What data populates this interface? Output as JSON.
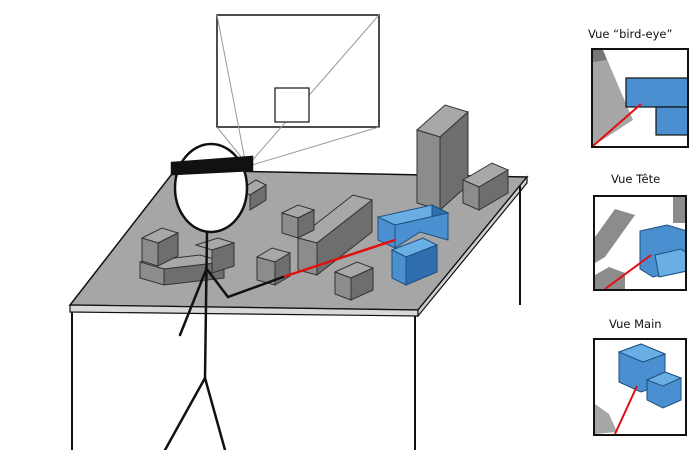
{
  "views": {
    "bird_eye": {
      "label": "Vue “bird-eye”"
    },
    "tete": {
      "label": "Vue Tête"
    },
    "main": {
      "label": "Vue Main"
    }
  },
  "colors": {
    "table_top": "#a6a6a6",
    "gray_box_front": "#8c8c8c",
    "gray_box_top": "#a8a8a8",
    "gray_box_side": "#6e6e6e",
    "target_blue": "#4a90d0",
    "target_blue_dark": "#2f6fae",
    "pointer_ray": "#e01010",
    "line": "#111111"
  }
}
